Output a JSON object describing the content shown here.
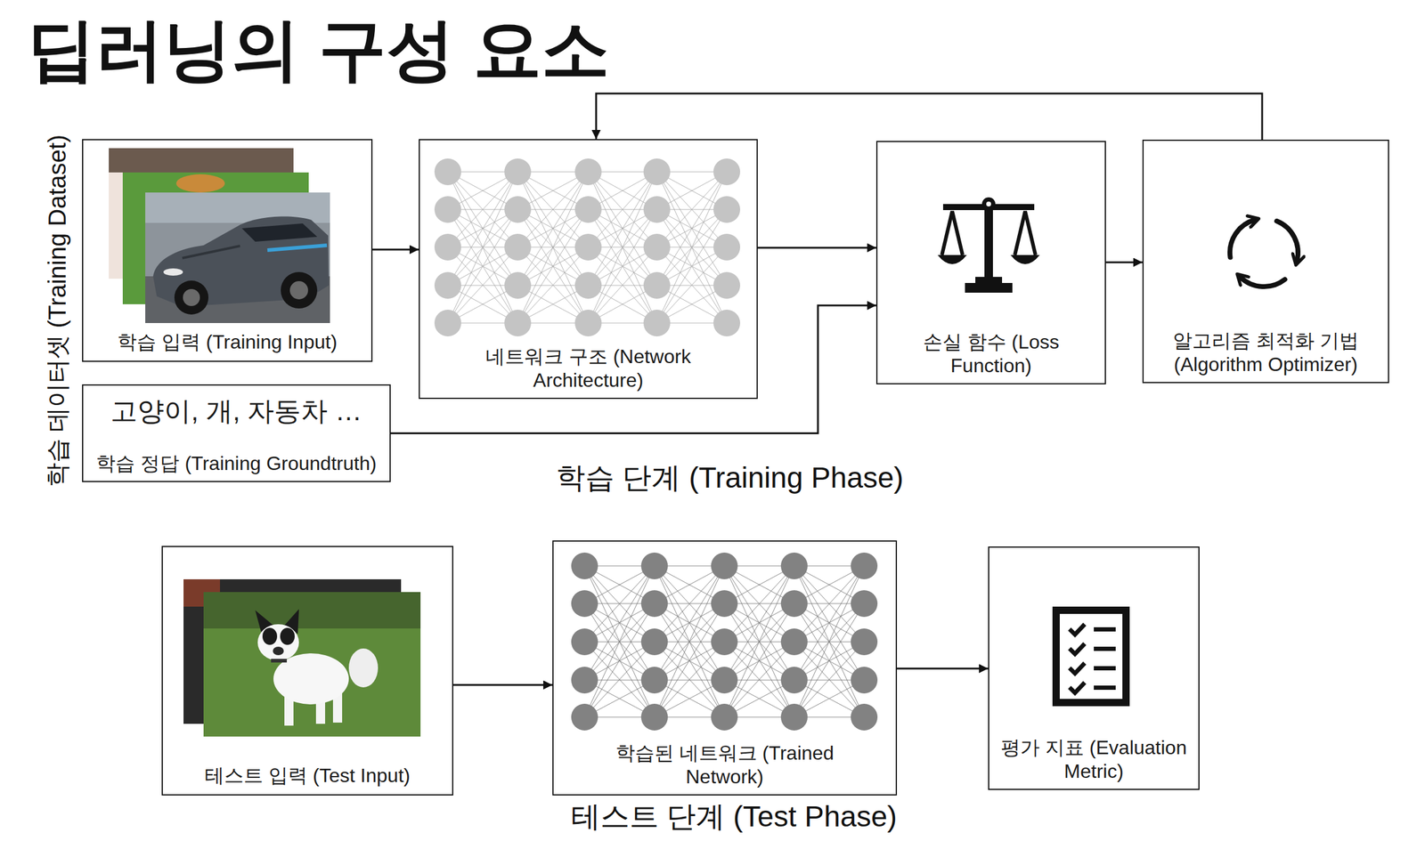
{
  "diagram": {
    "title": "딥러닝의 구성 요소",
    "nodes": [
      {
        "text": [
          "학습 입력 (Training Input)"
        ]
      },
      {
        "text": [
          "고양이, 개, 자동차 …",
          "학습 정답 (Training Groundtruth)"
        ]
      },
      {
        "text": [
          "네트워크 구조 (Network Architecture)"
        ]
      },
      {
        "text": [
          "손실 함수 (Loss Function)"
        ]
      },
      {
        "text": [
          "알고리즘 최적화 기법 (Algorithm Optimizer)"
        ]
      },
      {
        "text": [
          "테스트 입력 (Test Input)"
        ]
      },
      {
        "text": [
          "학습된 네트워크 (Trained Network)"
        ]
      },
      {
        "text": [
          "평가 지표 (Evaluation Metric)"
        ]
      }
    ],
    "edges": [
      {
        "from": 0,
        "to": 2,
        "arrow": "to"
      },
      {
        "from": 2,
        "to": 3,
        "arrow": "to"
      },
      {
        "from": 1,
        "to": 3,
        "arrow": "to"
      },
      {
        "from": 3,
        "to": 4,
        "arrow": "to"
      },
      {
        "from": 4,
        "to": 2,
        "arrow": "to"
      },
      {
        "from": 5,
        "to": 6,
        "arrow": "to"
      },
      {
        "from": 6,
        "to": 7,
        "arrow": "to"
      }
    ],
    "labels": [
      "학습 데이터셋 (Training Dataset)",
      "학습 단계 (Training Phase)",
      "테스트 단계 (Test Phase)"
    ]
  }
}
